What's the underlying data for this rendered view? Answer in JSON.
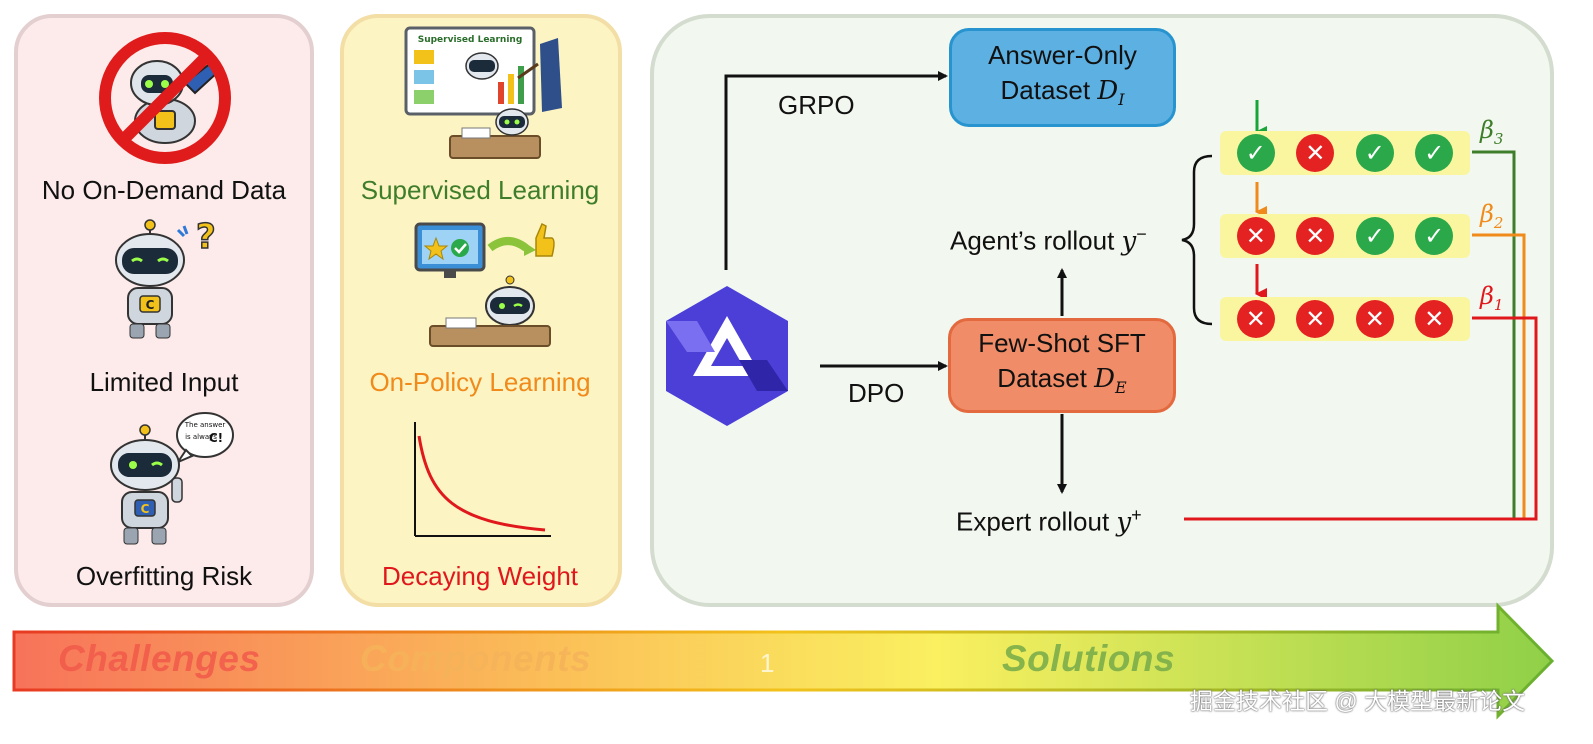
{
  "challenges": {
    "items": [
      "No On-Demand Data",
      "Limited Input",
      "Overfitting Risk"
    ],
    "bubble_text": [
      "The answer",
      "is always",
      "C!"
    ],
    "robot_chest_letter": "C"
  },
  "components": {
    "items": [
      "Supervised Learning",
      "On-Policy Learning",
      "Decaying Weight"
    ],
    "board_title": "Supervised Learning"
  },
  "solutions": {
    "answer_only_dataset": {
      "line1": "Answer-Only",
      "line2": "Dataset",
      "math": "D",
      "sub": "I"
    },
    "few_shot_dataset": {
      "line1": "Few-Shot SFT",
      "line2": "Dataset",
      "math": "D",
      "sub": "E"
    },
    "grpo_label": "GRPO",
    "dpo_label": "DPO",
    "agent_rollout": {
      "text": "Agent’s rollout",
      "math": "y",
      "sup": "−"
    },
    "expert_rollout": {
      "text": "Expert rollout",
      "math": "y",
      "sup": "+"
    },
    "rollout_rows": [
      {
        "marks": [
          "check",
          "cross",
          "check",
          "check"
        ],
        "beta": "β",
        "beta_sub": "3"
      },
      {
        "marks": [
          "cross",
          "cross",
          "check",
          "check"
        ],
        "beta": "β",
        "beta_sub": "2"
      },
      {
        "marks": [
          "cross",
          "cross",
          "cross",
          "cross"
        ],
        "beta": "β",
        "beta_sub": "1"
      }
    ]
  },
  "banner": {
    "words": [
      "Challenges",
      "Components",
      "Solutions"
    ],
    "center_digit": "1"
  },
  "footer": {
    "watermark": "掘金技术社区 @ 大模型最新论文"
  },
  "colors": {
    "green": "#3e7d2a",
    "orange": "#ef8a1b",
    "red": "#e0181c",
    "blue_logo": "#4b3fd8"
  },
  "icons": [
    "no-entry-robot-icon",
    "confused-robot-icon",
    "overconfident-robot-icon",
    "teacher-board-robot-icon",
    "monitor-thumbs-up-robot-icon",
    "decay-curve-icon",
    "qwen-logo-icon"
  ]
}
